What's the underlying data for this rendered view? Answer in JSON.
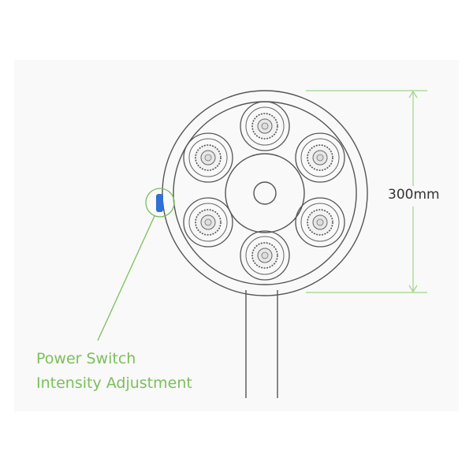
{
  "dimension": {
    "text": "300mm",
    "line_color": "#9fd48a"
  },
  "callout": {
    "line1": "Power Switch",
    "line2": "Intensity Adjustment",
    "text_color": "#7cbf5a",
    "line_color": "#7cbf5a"
  },
  "switch": {
    "icon": "power-switch-icon",
    "color": "#2f6fd6"
  },
  "colors": {
    "outline": "#555555",
    "panel": "#f8f9f8"
  }
}
